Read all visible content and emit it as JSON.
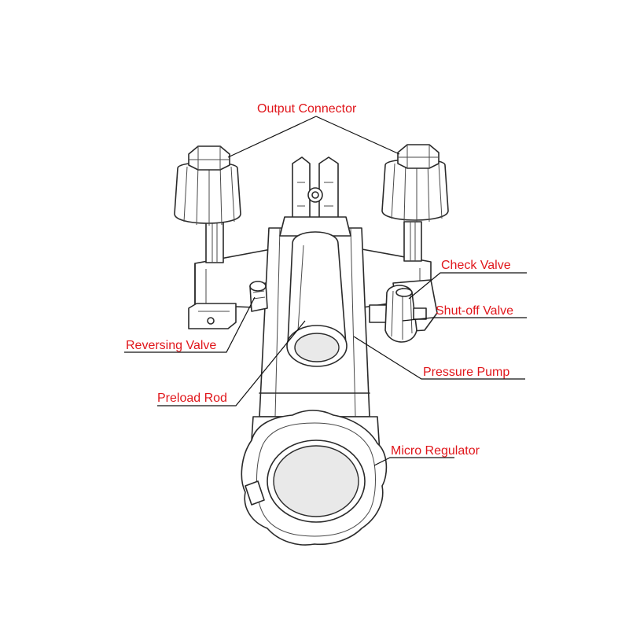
{
  "labels": {
    "output_connector": "Output Connector",
    "check_valve": "Check Valve",
    "shutoff_valve": "Shut-off Valve",
    "reversing_valve": "Reversing Valve",
    "pressure_pump": "Pressure Pump",
    "preload_rod": "Preload Rod",
    "micro_regulator": "Micro Regulator"
  },
  "colors": {
    "label_text": "#e0161b",
    "line_art": "#2a2a2a",
    "leader": "#111111",
    "background": "#ffffff"
  }
}
